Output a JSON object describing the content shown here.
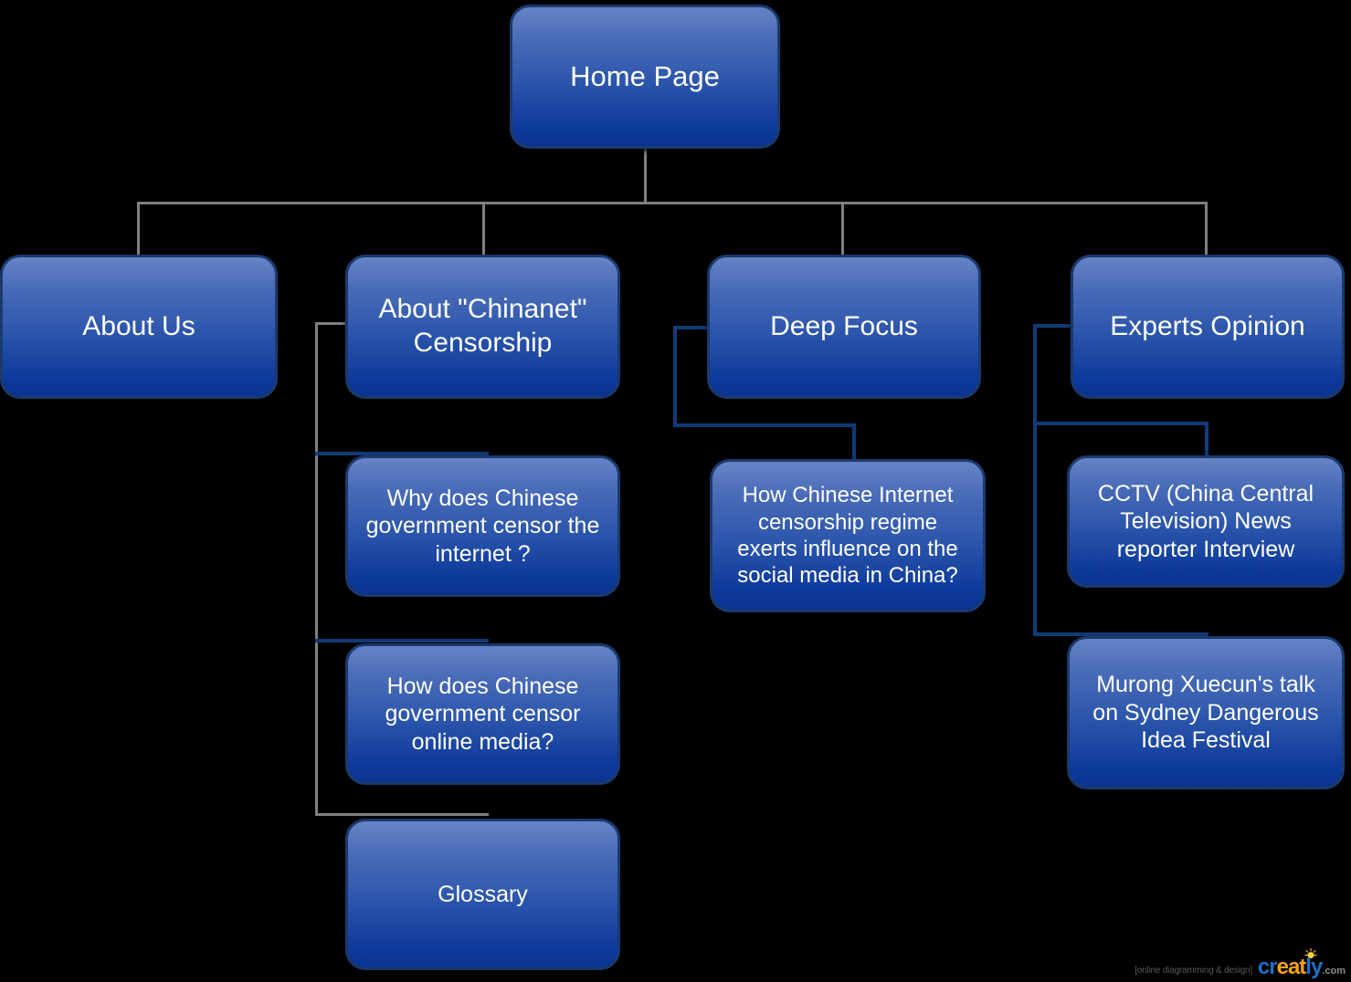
{
  "diagram": {
    "type": "sitemap-tree",
    "background_color": "#000000",
    "node_fill_top": "#6683c6",
    "node_fill_bottom": "#0a3490",
    "node_border_color": "#1b3a6b",
    "node_text_color": "#ffffff",
    "connector_gray": "#808080",
    "connector_navy": "#123a78",
    "nodes": {
      "home": "Home Page",
      "about_us": "About Us",
      "about_chinanet": "About \"Chinanet\" Censorship",
      "deep_focus": "Deep Focus",
      "experts_opinion": "Experts Opinion",
      "why_censor_internet": "Why does Chinese government censor the internet ?",
      "how_censor_media": "How does Chinese government censor online media?",
      "glossary": "Glossary",
      "social_media_influence": "How Chinese Internet censorship regime exerts influence on the social media in China?",
      "cctv_interview": "CCTV (China Central Television) News reporter Interview",
      "murong_talk": "Murong Xuecun's talk on Sydney Dangerous Idea Festival"
    }
  },
  "watermark": {
    "tagline": "[online diagramming & design]",
    "brand_prefix": "cr",
    "brand_middle": "eat",
    "brand_suffix": "ly",
    "brand_domain": ".com",
    "bulb_icon": "lightbulb-icon"
  }
}
